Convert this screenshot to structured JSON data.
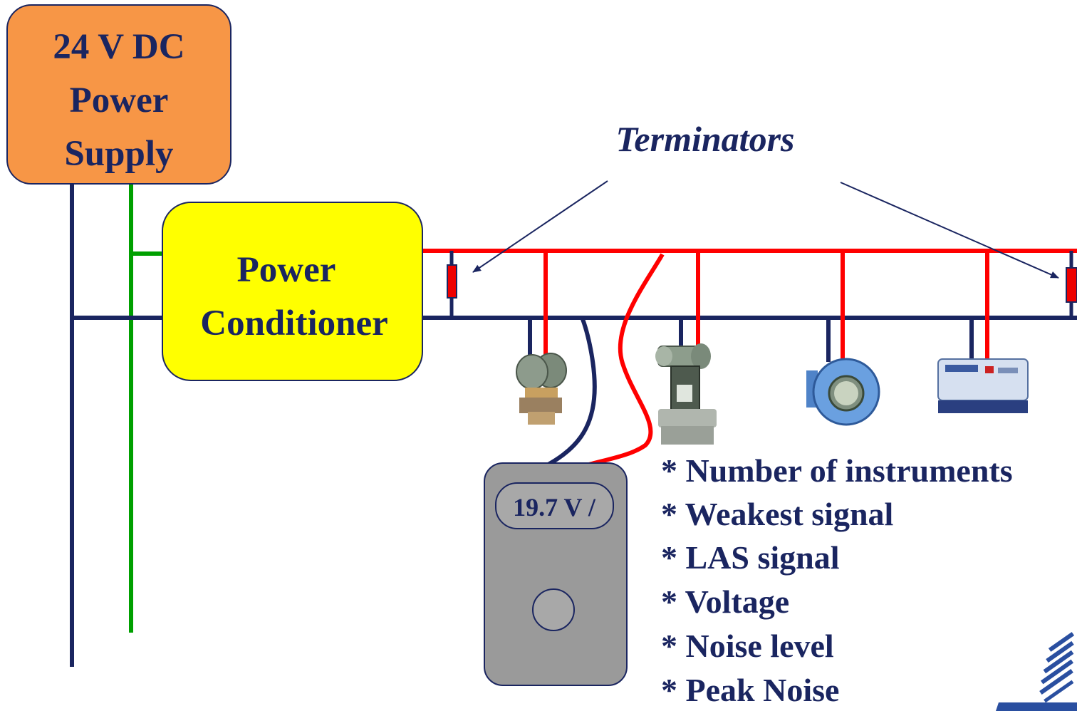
{
  "power_supply": {
    "line1": "24 V DC",
    "line2": "Power",
    "line3": "Supply"
  },
  "power_conditioner": {
    "line1": "Power",
    "line2": "Conditioner"
  },
  "terminators_label": "Terminators",
  "meter": {
    "display": "19.7 V /"
  },
  "measurements": [
    "* Number of instruments",
    "* Weakest signal",
    "* LAS signal",
    "* Voltage",
    "* Noise level",
    "* Peak Noise"
  ],
  "colors": {
    "navy": "#1a2560",
    "red": "#ff0000",
    "green": "#00a000",
    "orange": "#f79646",
    "yellow": "#ffff00",
    "meter_gray": "#9a9a9a"
  },
  "icons": [
    "pressure-transmitter-icon",
    "control-valve-icon",
    "temperature-transmitter-icon",
    "io-module-icon",
    "emerson-logo"
  ]
}
